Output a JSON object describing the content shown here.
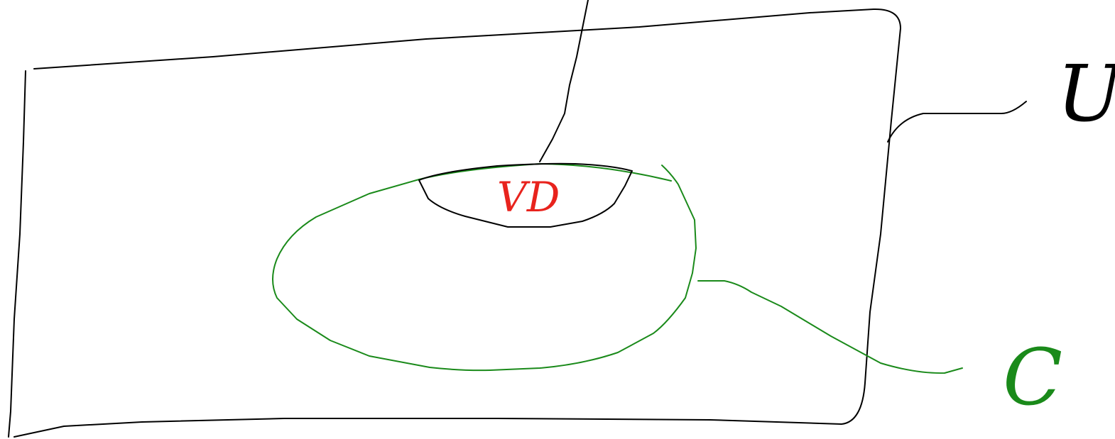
{
  "labels": {
    "universe": "U",
    "set": "C",
    "subset": "VD"
  },
  "colors": {
    "background": "#ffffff",
    "universe_stroke": "#000000",
    "set_stroke": "#1a8a1a",
    "subset_label": "#e8231d"
  }
}
